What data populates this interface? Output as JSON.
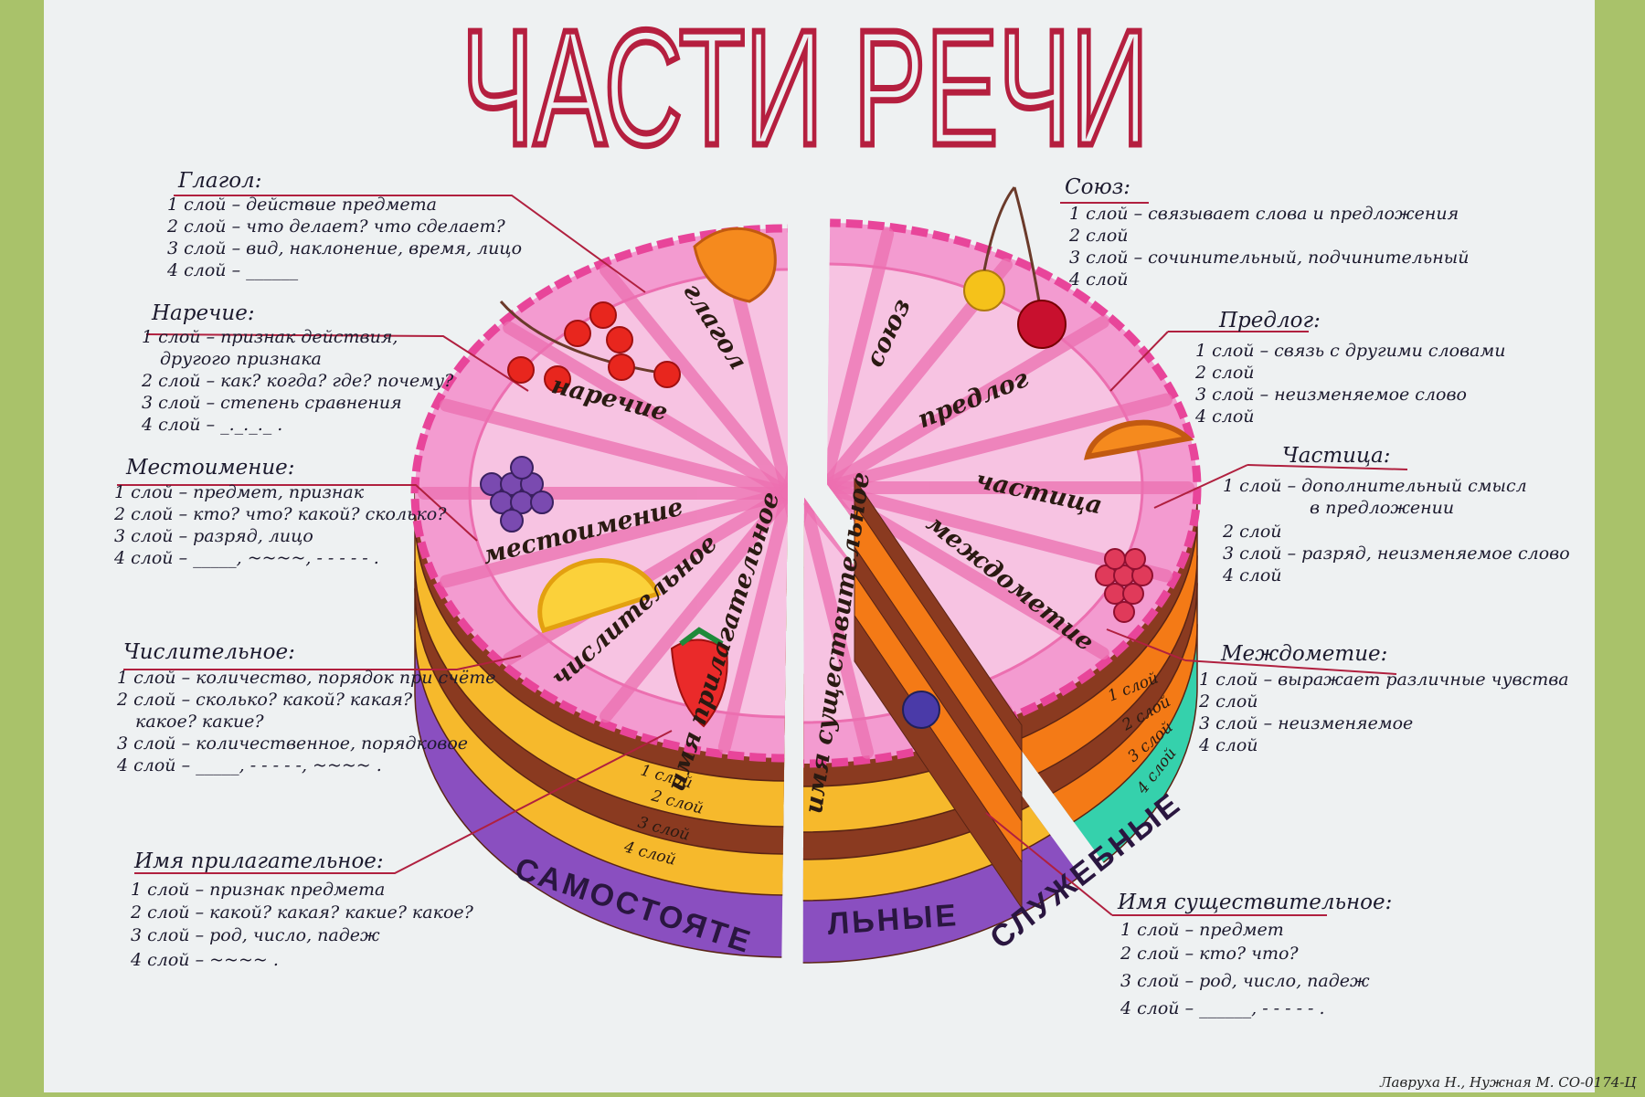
{
  "title": "ЧАСТИ РЕЧИ",
  "colors": {
    "title": "#b51f3f",
    "paper": "#eef1f2",
    "wall": "#a9c26a",
    "icing": "#f39bd0",
    "icing_edge": "#e8459a",
    "brown": "#8a3a20",
    "yellow": "#f6b92c",
    "orange": "#f47a16",
    "purple": "#8a4fc0",
    "teal": "#35d1ac",
    "leader": "#b0203f"
  },
  "sections": [
    {
      "heading": "Глагол:",
      "lines": [
        "1 слой – действие предмета",
        "2 слой – что делает? что сделает?",
        "3 слой – вид, наклонение, время, лицо",
        "4 слой – ______"
      ]
    },
    {
      "heading": "Наречие:",
      "lines": [
        "1 слой – признак действия,",
        "другого признака",
        "2 слой – как? когда? где? почему?",
        "3 слой – степень сравнения",
        "4 слой – _._._._ ."
      ]
    },
    {
      "heading": "Местоимение:",
      "lines": [
        "1 слой – предмет, признак",
        "2 слой – кто? что? какой? сколько?",
        "3 слой – разряд, лицо",
        "4 слой – _____, ~~~~, - - - - - ."
      ]
    },
    {
      "heading": "Числительное:",
      "lines": [
        "1 слой – количество, порядок при счёте",
        "2 слой – сколько? какой? какая?",
        "какое? какие?",
        "3 слой – количественное, порядковое",
        "4 слой – _____, - - - - -, ~~~~ ."
      ]
    },
    {
      "heading": "Имя прилагательное:",
      "lines": [
        "1 слой – признак предмета",
        "2 слой – какой? какая? какие? какое?",
        "3 слой – род, число, падеж",
        "4 слой – ~~~~ ."
      ]
    },
    {
      "heading": "Союз:",
      "lines": [
        "1 слой – связывает слова и предложения",
        "2 слой",
        "3 слой – сочинительный, подчинительный",
        "4 слой"
      ]
    },
    {
      "heading": "Предлог:",
      "lines": [
        "1 слой – связь с другими словами",
        "2 слой",
        "3 слой – неизменяемое слово",
        "4 слой"
      ]
    },
    {
      "heading": "Частица:",
      "lines": [
        "1 слой – дополнительный смысл",
        "в предложении",
        "2 слой",
        "3 слой – разряд, неизменяемое слово",
        "4 слой"
      ]
    },
    {
      "heading": "Междометие:",
      "lines": [
        "1 слой – выражает различные чувства",
        "2 слой",
        "3 слой – неизменяемое",
        "4 слой"
      ]
    },
    {
      "heading": "Имя существительное:",
      "lines": [
        "1 слой – предмет",
        "2 слой – кто? что?",
        "3 слой – род, число, падеж",
        "4 слой – ______, - - - - - ."
      ]
    }
  ],
  "slices": [
    "глагол",
    "наречие",
    "местоимение",
    "числительное",
    "имя прилагательное",
    "имя существительное",
    "союз",
    "предлог",
    "частица",
    "междометие"
  ],
  "layers": [
    "1 слой",
    "2 слой",
    "3 слой",
    "4 слой"
  ],
  "base_labels": {
    "left": "САМОСТОЯТЕ",
    "front": "ЛЬНЫЕ",
    "right": "СЛУЖЕБНЫЕ"
  },
  "signature": "Лавруха Н., Нужная М. СО-0174-Ц"
}
